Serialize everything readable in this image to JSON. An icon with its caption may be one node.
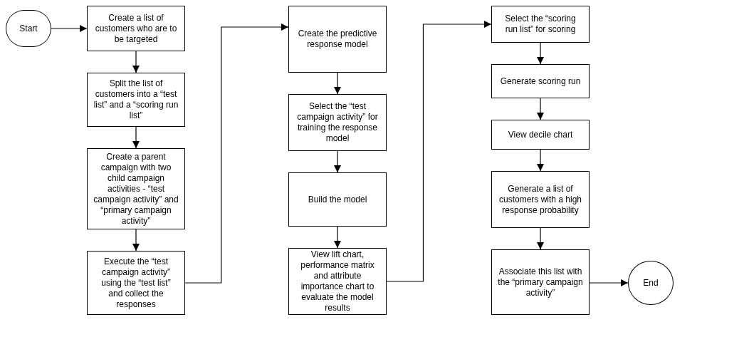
{
  "diagram": {
    "nodes": [
      {
        "text": [
          "Start"
        ]
      },
      {
        "text": [
          "Create a list of customers who are to be targeted"
        ]
      },
      {
        "text": [
          "Split the list of customers into a “test list” and a “scoring run list”"
        ]
      },
      {
        "text": [
          "Create a parent campaign with two child campaign activities - “test campaign activity” and “primary campaign activity”"
        ]
      },
      {
        "text": [
          "Execute the “test campaign activity” using the “test list” and collect the responses"
        ]
      },
      {
        "text": [
          "Create the predictive response model"
        ]
      },
      {
        "text": [
          "Select the “test campaign activity” for training the response model"
        ]
      },
      {
        "text": [
          "Build the model"
        ]
      },
      {
        "text": [
          "View lift chart, performance matrix and attribute importance chart to evaluate the model results"
        ]
      },
      {
        "text": [
          "Select the “scoring run list” for scoring"
        ]
      },
      {
        "text": [
          "Generate scoring run"
        ]
      },
      {
        "text": [
          "View decile chart"
        ]
      },
      {
        "text": [
          "Generate a list of customers with a high response probability"
        ]
      },
      {
        "text": [
          "Associate this list with the “primary campaign activity”"
        ]
      },
      {
        "text": [
          "End"
        ]
      }
    ],
    "edges": [
      {
        "from": 0,
        "to": 1,
        "arrow": "to"
      },
      {
        "from": 1,
        "to": 2,
        "arrow": "to"
      },
      {
        "from": 2,
        "to": 3,
        "arrow": "to"
      },
      {
        "from": 3,
        "to": 4,
        "arrow": "to"
      },
      {
        "from": 4,
        "to": 5,
        "arrow": "to"
      },
      {
        "from": 5,
        "to": 6,
        "arrow": "to"
      },
      {
        "from": 6,
        "to": 7,
        "arrow": "to"
      },
      {
        "from": 7,
        "to": 8,
        "arrow": "to"
      },
      {
        "from": 8,
        "to": 9,
        "arrow": "to"
      },
      {
        "from": 9,
        "to": 10,
        "arrow": "to"
      },
      {
        "from": 10,
        "to": 11,
        "arrow": "to"
      },
      {
        "from": 11,
        "to": 12,
        "arrow": "to"
      },
      {
        "from": 12,
        "to": 13,
        "arrow": "to"
      },
      {
        "from": 13,
        "to": 14,
        "arrow": "to"
      }
    ]
  }
}
